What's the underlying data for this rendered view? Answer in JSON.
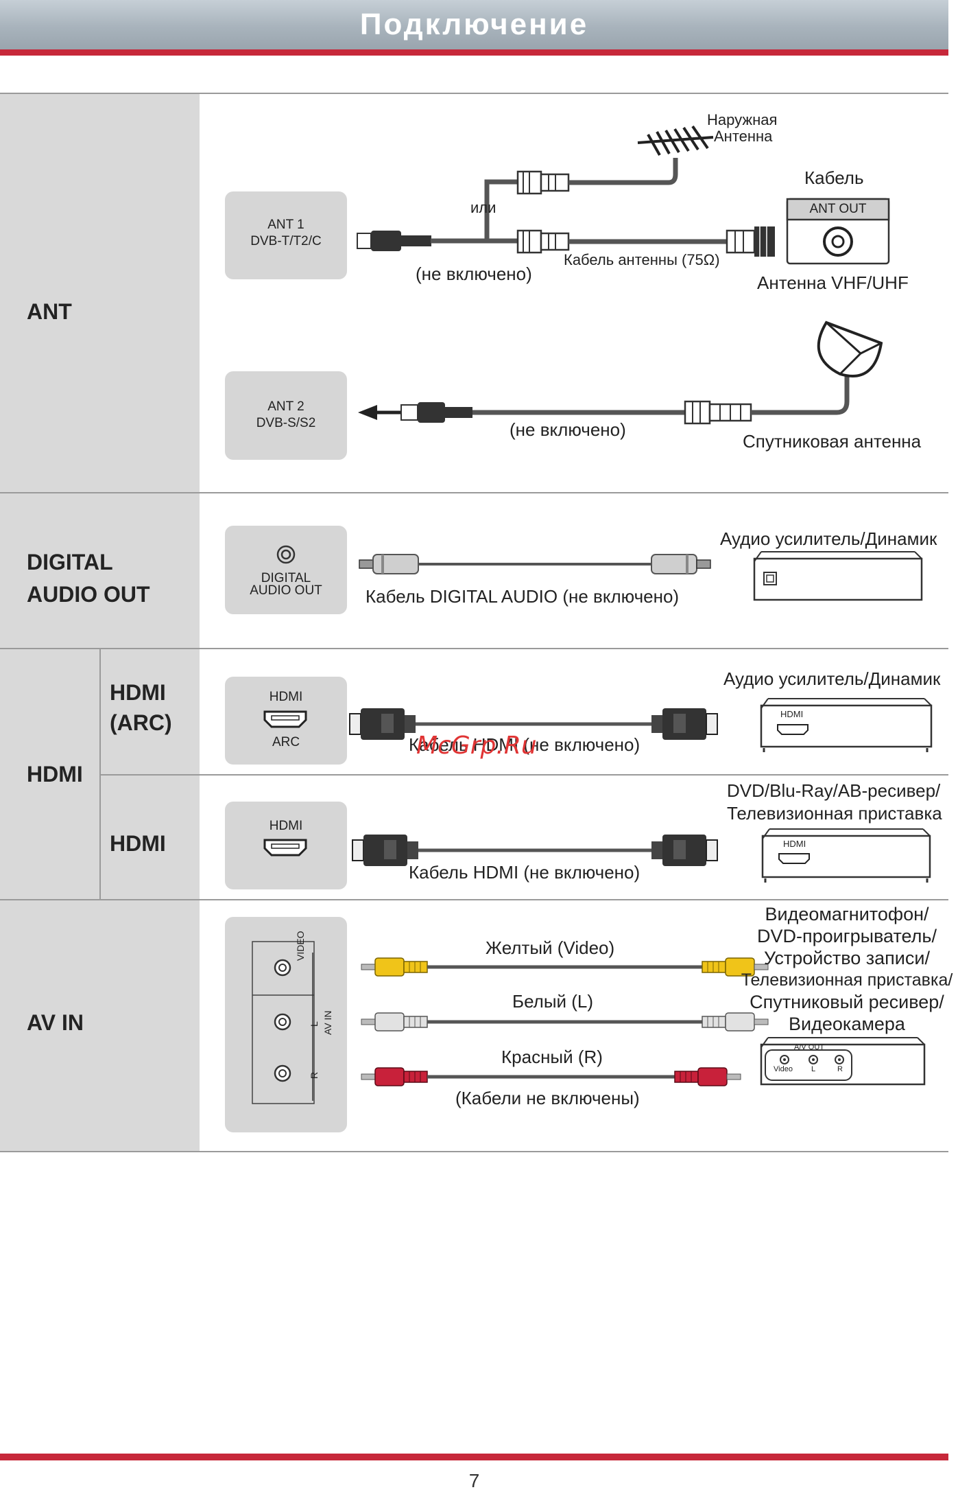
{
  "header": {
    "title": "Подключение"
  },
  "page_number": "7",
  "sections": {
    "ant": {
      "label": "ANT",
      "port1": {
        "line1": "ANT 1",
        "line2": "DVB-T/T2/C"
      },
      "port2": {
        "line1": "ANT 2",
        "line2": "DVB-S/S2"
      },
      "outdoor_antenna": {
        "line1": "Наружная",
        "line2": "Антенна"
      },
      "or_label": "или",
      "not_included_1": "(не включено)",
      "cable_label": "Кабель антенны (75Ω)",
      "cable_source": "Кабель",
      "ant_out": "ANT OUT",
      "vhf_uhf": "Антенна VHF/UHF",
      "not_included_2": "(не включено)",
      "satellite": "Спутниковая антенна"
    },
    "digital_audio": {
      "label_line1": "DIGITAL",
      "label_line2": "AUDIO OUT",
      "port_line1": "DIGITAL",
      "port_line2": "AUDIO OUT",
      "cable_label": "Кабель DIGITAL AUDIO (не включено)",
      "device_label": "Аудио усилитель/Динамик"
    },
    "hdmi": {
      "label": "HDMI",
      "arc": {
        "label_line1": "HDMI",
        "label_line2": "(ARC)",
        "port_top": "HDMI",
        "port_bottom": "ARC",
        "cable_label": "Кабель HDMI (не включено)",
        "device_label": "Аудио усилитель/Динамик",
        "device_port": "HDMI"
      },
      "plain": {
        "label": "HDMI",
        "port_top": "HDMI",
        "cable_label": "Кабель HDMI (не включено)",
        "device_line1": "DVD/Blu-Ray/AB-ресивер/",
        "device_line2": "Телевизионная приставка",
        "device_port": "HDMI"
      }
    },
    "av_in": {
      "label": "AV IN",
      "panel_video": "VIDEO",
      "panel_l": "L",
      "panel_r": "R",
      "panel_av_in": "AV IN",
      "yellow": "Желтый (Video)",
      "white": "Белый (L)",
      "red": "Красный (R)",
      "cables_note": "(Кабели не включены)",
      "device_lines": [
        "Видеомагнитофон/",
        "DVD-проигрыватель/",
        "Устройство записи/",
        "Телевизионная приставка/",
        "Спутниковый ресивер/",
        "Видеокамера"
      ],
      "device_av_out": "A/V OUT",
      "device_video": "Video",
      "device_l": "L",
      "device_r": "R"
    }
  },
  "watermark": "McGrp.Ru",
  "colors": {
    "accent_red": "#c7283a",
    "label_grey": "#d9d9d9",
    "port_grey": "#d6d6d6"
  }
}
